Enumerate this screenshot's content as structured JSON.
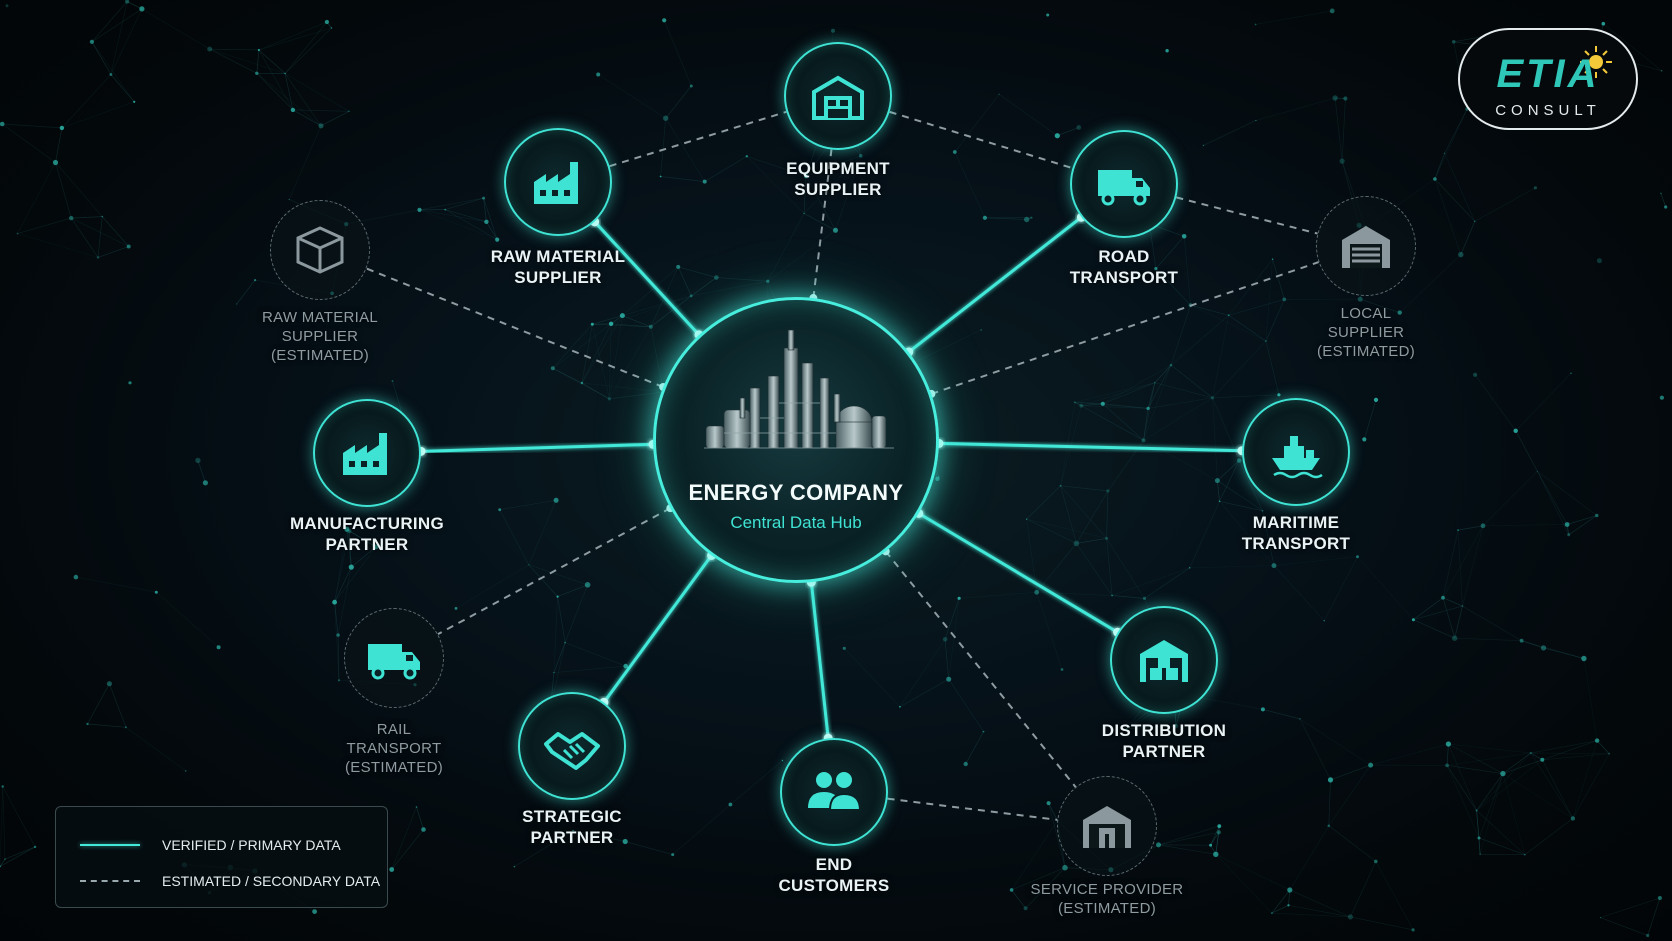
{
  "hub": {
    "title": "ENERGY COMPANY",
    "subtitle": "Central Data Hub",
    "icon": "refinery-skyline-icon"
  },
  "nodes": [
    {
      "id": "equipment-supplier",
      "status": "verified",
      "icon": "warehouse-icon",
      "lines": [
        "EQUIPMENT",
        "SUPPLIER"
      ],
      "link": "estimated"
    },
    {
      "id": "raw-material-supplier",
      "status": "verified",
      "icon": "factory-icon",
      "lines": [
        "RAW MATERIAL",
        "SUPPLIER"
      ],
      "link": "verified"
    },
    {
      "id": "road-transport",
      "status": "verified",
      "icon": "truck-icon",
      "lines": [
        "ROAD",
        "TRANSPORT"
      ],
      "link": "verified"
    },
    {
      "id": "raw-material-supplier-estimated",
      "status": "estimated",
      "icon": "box-icon",
      "lines": [
        "RAW MATERIAL",
        "SUPPLIER",
        "(ESTIMATED)"
      ],
      "link": "estimated"
    },
    {
      "id": "local-supplier-estimated",
      "status": "estimated",
      "icon": "garage-icon",
      "lines": [
        "LOCAL",
        "SUPPLIER",
        "(ESTIMATED)"
      ],
      "link": "estimated"
    },
    {
      "id": "manufacturing-partner",
      "status": "verified",
      "icon": "factory-icon",
      "lines": [
        "MANUFACTURING",
        "PARTNER"
      ],
      "link": "verified"
    },
    {
      "id": "maritime-transport",
      "status": "verified",
      "icon": "ship-icon",
      "lines": [
        "MARITIME",
        "TRANSPORT"
      ],
      "link": "verified"
    },
    {
      "id": "rail-transport-estimated",
      "status": "estimated",
      "icon": "truck-icon",
      "lines": [
        "RAIL",
        "TRANSPORT",
        "(ESTIMATED)"
      ],
      "link": "estimated"
    },
    {
      "id": "distribution-partner",
      "status": "verified",
      "icon": "warehouse-boxes-icon",
      "lines": [
        "DISTRIBUTION",
        "PARTNER"
      ],
      "link": "verified"
    },
    {
      "id": "strategic-partner",
      "status": "verified",
      "icon": "handshake-icon",
      "lines": [
        "STRATEGIC",
        "PARTNER"
      ],
      "link": "verified"
    },
    {
      "id": "end-customers",
      "status": "verified",
      "icon": "users-icon",
      "lines": [
        "END",
        "CUSTOMERS"
      ],
      "link": "verified"
    },
    {
      "id": "service-provider-estimated",
      "status": "estimated",
      "icon": "store-icon",
      "lines": [
        "SERVICE PROVIDER",
        "(ESTIMATED)"
      ],
      "link": "estimated"
    }
  ],
  "peer_links": [
    {
      "from": "raw-material-supplier",
      "to": "equipment-supplier",
      "type": "estimated"
    },
    {
      "from": "equipment-supplier",
      "to": "road-transport",
      "type": "estimated"
    },
    {
      "from": "road-transport",
      "to": "local-supplier-estimated",
      "type": "estimated"
    },
    {
      "from": "end-customers",
      "to": "service-provider-estimated",
      "type": "estimated"
    }
  ],
  "legend": {
    "verified": "VERIFIED / PRIMARY DATA",
    "estimated": "ESTIMATED / SECONDARY DATA"
  },
  "logo": {
    "main": "ETIA",
    "sub": "CONSULT",
    "icon": "sun-icon"
  },
  "colors": {
    "accent": "#3fe3d3",
    "hub_border": "#47eedd",
    "estimated": "#7f8d92",
    "background": "#04090c"
  }
}
